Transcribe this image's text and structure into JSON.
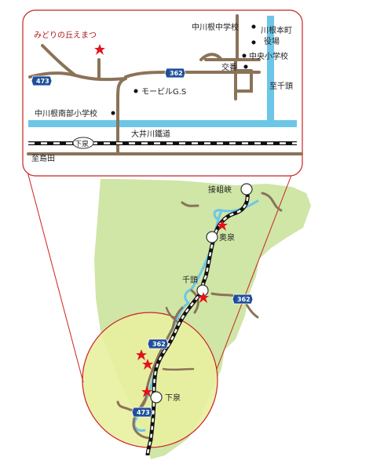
{
  "colors": {
    "road": "#8b7358",
    "river": "#6cc6e8",
    "rail_dark": "#111111",
    "route_shield": "#1f4f9a",
    "star": "#e0141a",
    "circle_outline": "#cc2222",
    "green_area": "#cfe6a6",
    "yellow_area": "#e8f0a0"
  },
  "inset": {
    "park_name": "みどりの丘えまつ",
    "route_473": "473",
    "route_362": "362",
    "schools": {
      "nakakawane_junior_high": "中川根中学校",
      "nakakawane_south_elem": "中川根南部小学校",
      "chuo_elem": "中央小学校"
    },
    "town_office_line1": "川根本町",
    "town_office_line2": "役場",
    "police_box": "交番",
    "gas_station": "モービルG.S",
    "to_sendzu": "至千頭",
    "to_shimada": "至島田",
    "railway": "大井川鐵道",
    "station_shimoizumi": "下泉"
  },
  "main_map": {
    "stations": {
      "sessokyo": "接岨峡",
      "okuizumi": "奥泉",
      "sendzu": "千頭",
      "shimoizumi": "下泉"
    },
    "route_362_upper": "362",
    "route_362_lower": "362",
    "route_473": "473"
  }
}
